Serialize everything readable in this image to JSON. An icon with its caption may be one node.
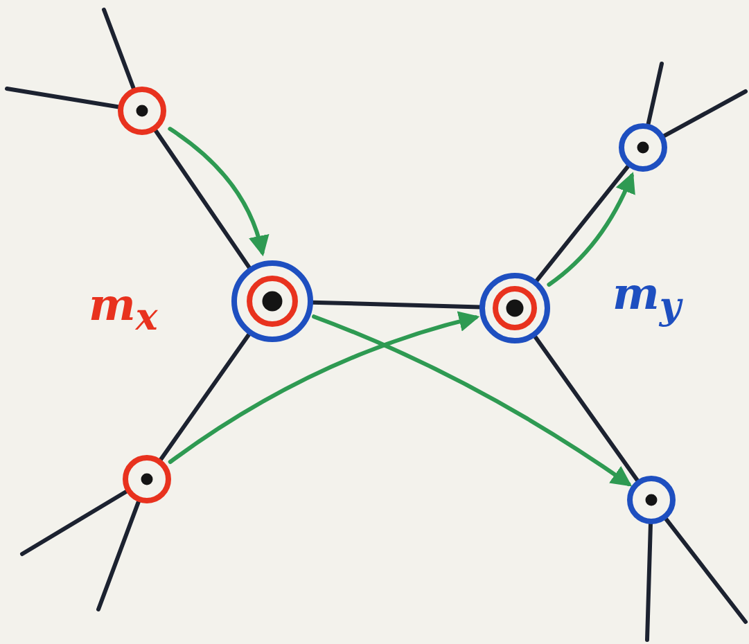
{
  "diagram": {
    "nodes": [
      {
        "text": [],
        "shape": "circle"
      },
      {
        "text": [],
        "shape": "circle"
      },
      {
        "text": [],
        "shape": "circle"
      },
      {
        "text": [],
        "shape": "circle"
      },
      {
        "text": [],
        "shape": "circle"
      },
      {
        "text": [],
        "shape": "circle"
      }
    ],
    "edges": [
      {
        "from": 0,
        "to": null,
        "arrow": "none"
      },
      {
        "from": 0,
        "to": null,
        "arrow": "none"
      },
      {
        "from": 0,
        "to": 1,
        "arrow": "none"
      },
      {
        "from": 0,
        "to": 1,
        "arrow": "to",
        "color": "#2e9a52"
      },
      {
        "from": 1,
        "to": 2,
        "arrow": "none"
      },
      {
        "from": 1,
        "to": 3,
        "arrow": "none"
      },
      {
        "from": 1,
        "to": 5,
        "arrow": "to",
        "color": "#2e9a52"
      },
      {
        "from": 2,
        "to": 3,
        "arrow": "to",
        "color": "#2e9a52"
      },
      {
        "from": 2,
        "to": null,
        "arrow": "none"
      },
      {
        "from": 2,
        "to": null,
        "arrow": "none"
      },
      {
        "from": 3,
        "to": 4,
        "arrow": "none"
      },
      {
        "from": 3,
        "to": 4,
        "arrow": "to",
        "color": "#2e9a52"
      },
      {
        "from": 3,
        "to": 5,
        "arrow": "none"
      },
      {
        "from": 4,
        "to": null,
        "arrow": "none"
      },
      {
        "from": 4,
        "to": null,
        "arrow": "none"
      },
      {
        "from": 5,
        "to": null,
        "arrow": "none"
      },
      {
        "from": 5,
        "to": null,
        "arrow": "none"
      }
    ],
    "labels": [
      "m$_{x}$",
      "m$_{y}$"
    ]
  }
}
